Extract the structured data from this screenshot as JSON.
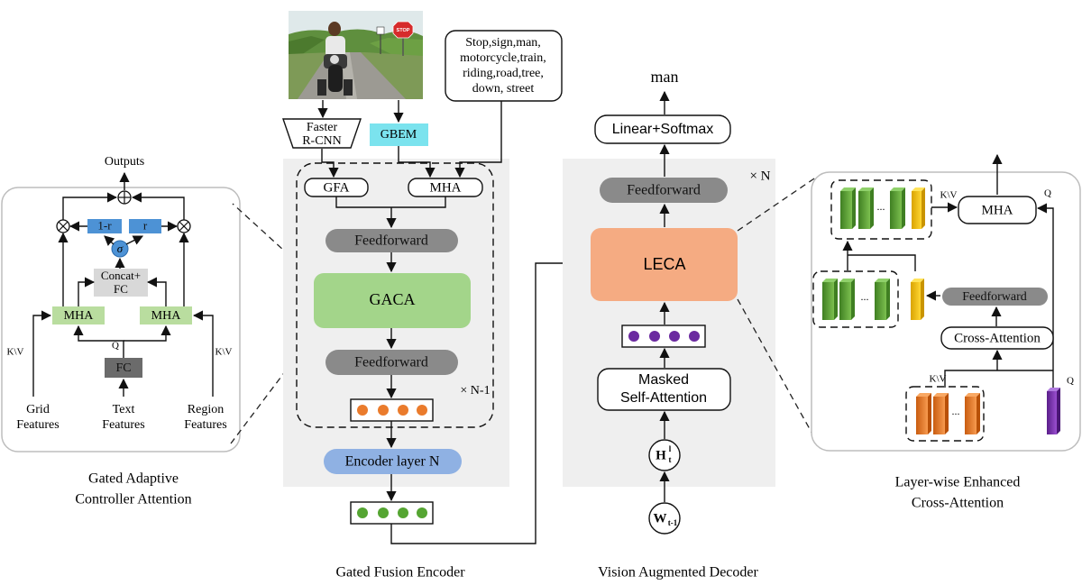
{
  "captions": {
    "gaca": [
      "Gated Adaptive",
      "Controller Attention"
    ],
    "encoder": "Gated Fusion Encoder",
    "decoder": "Vision Augmented Decoder",
    "leca": [
      "Layer-wise Enhanced",
      "Cross-Attention"
    ]
  },
  "gaca_detail": {
    "outputs": "Outputs",
    "one_minus_r": "1-r",
    "r": "r",
    "sigma": "σ",
    "concat_fc": [
      "Concat+",
      "FC"
    ],
    "mha": "MHA",
    "fc": "FC",
    "q": "Q",
    "kv": "K\\V",
    "inputs": {
      "grid": [
        "Grid",
        "Features"
      ],
      "text": [
        "Text",
        "Features"
      ],
      "region": [
        "Region",
        "Features"
      ]
    },
    "colors": {
      "mha": "#b9dd9f",
      "gate": "#4d92d5",
      "concat": "#d8d8d8",
      "fc": "#6b6b6b"
    }
  },
  "encoder": {
    "faster_rcnn": [
      "Faster",
      "R-CNN"
    ],
    "gbem": "GBEM",
    "tags": [
      "Stop,sign,man,",
      "motorcycle,train,",
      "riding,road,tree,",
      "down,  street"
    ],
    "gfa": "GFA",
    "mha": "MHA",
    "feedforward": "Feedforward",
    "gaca": "GACA",
    "repeat": "× N-1",
    "encoder_layer_n": "Encoder layer N",
    "colors": {
      "gaca": "#a3d58a",
      "gbem": "#7be3ee",
      "encoder_layer": "#8fb1e3",
      "token": "#ea7b2c",
      "output_token": "#55a532"
    }
  },
  "decoder": {
    "output_word": "man",
    "linear_softmax": "Linear+Softmax",
    "feedforward": "Feedforward",
    "repeat": "× N",
    "leca": "LECA",
    "masked_attention": [
      "Masked",
      "Self-Attention"
    ],
    "h_label": "H",
    "h_sup": "l",
    "h_sub": "t",
    "w_label": "W",
    "w_sub": "t-1",
    "colors": {
      "leca": "#f5ab82",
      "token": "#6b2aa0"
    }
  },
  "leca_detail": {
    "mha": "MHA",
    "feedforward": "Feedforward",
    "cross_attention": "Cross-Attention",
    "kv": "K\\V",
    "q": "Q",
    "ellipsis": "...",
    "colors": {
      "green": "#5ea23a",
      "yellow": "#f2c200",
      "orange": "#ec7a26",
      "purple": "#7a2bb0"
    }
  },
  "photo": {
    "sign_text": "STOP"
  }
}
